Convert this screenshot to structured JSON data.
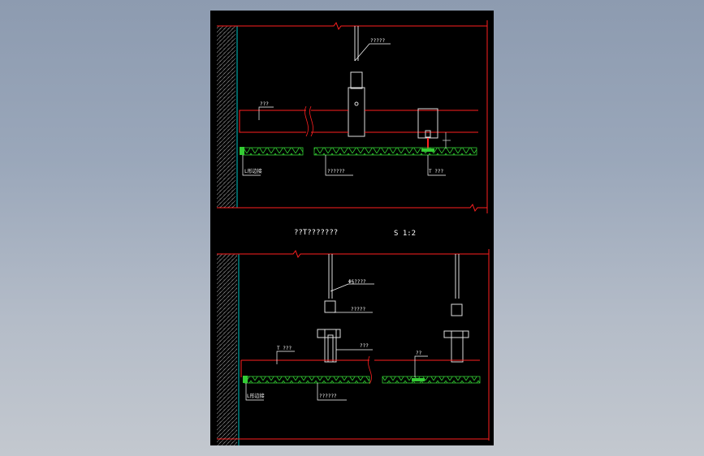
{
  "drawing": {
    "top_section": {
      "labels": {
        "rod": "?????",
        "pipe": "???",
        "board": "??????",
        "l_clip": "L形边接",
        "t_clip": "T ???"
      }
    },
    "title_text": "??T???????",
    "scale_text": "S 1:2",
    "bottom_section": {
      "labels": {
        "rod": "Φ§????",
        "hanger": "?????",
        "channel": "???",
        "t_clip": "T ???",
        "clip": "??",
        "l_clip": "L形边接",
        "board": "??????"
      }
    }
  },
  "colors": {
    "background": "#000000",
    "section_line": "#ff2020",
    "wall_line": "#00c8c8",
    "board": "#33cc33",
    "leader": "#ffffff"
  }
}
